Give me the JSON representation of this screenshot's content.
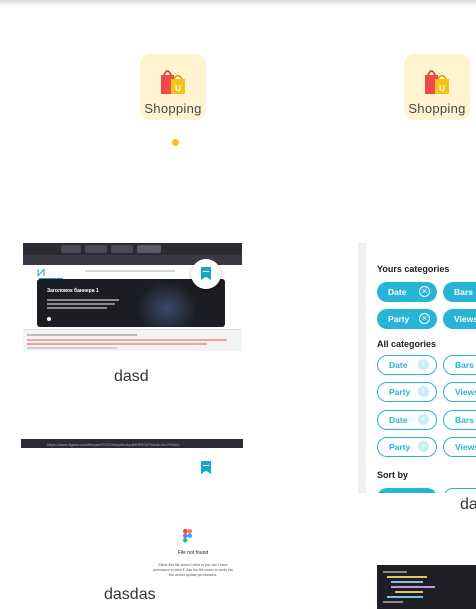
{
  "categories": [
    {
      "label": "Shopping",
      "icon": "shopping-bags-icon"
    },
    {
      "label": "Shopping",
      "icon": "shopping-bags-icon"
    }
  ],
  "colors": {
    "accent": "#28b4d6",
    "tile": "#fff4cf",
    "dot": "#f7c21a"
  },
  "cards": [
    {
      "caption": "dasd",
      "banner_title": "Заголовок баннера 1"
    },
    {
      "caption": "dasdas",
      "url": "https://www.figma.com/file/gcmTGG4rtAyhhukyqMHRCD/?node-id=0%3A1",
      "error_title": "File not found",
      "error_text": "Either this file doesn't exist or you don't have permission to view it. Ask the file owner to verify the link and/or update permissions."
    },
    {
      "caption": "da",
      "yours_title": "Yours categories",
      "yours_chips": [
        "Date",
        "Bars",
        "Party",
        "Views"
      ],
      "all_title": "All categories",
      "all_chips": [
        "Date",
        "Bars",
        "Party",
        "Views",
        "Date",
        "Bars",
        "Party",
        "Views"
      ],
      "sort_title": "Sort by"
    }
  ]
}
